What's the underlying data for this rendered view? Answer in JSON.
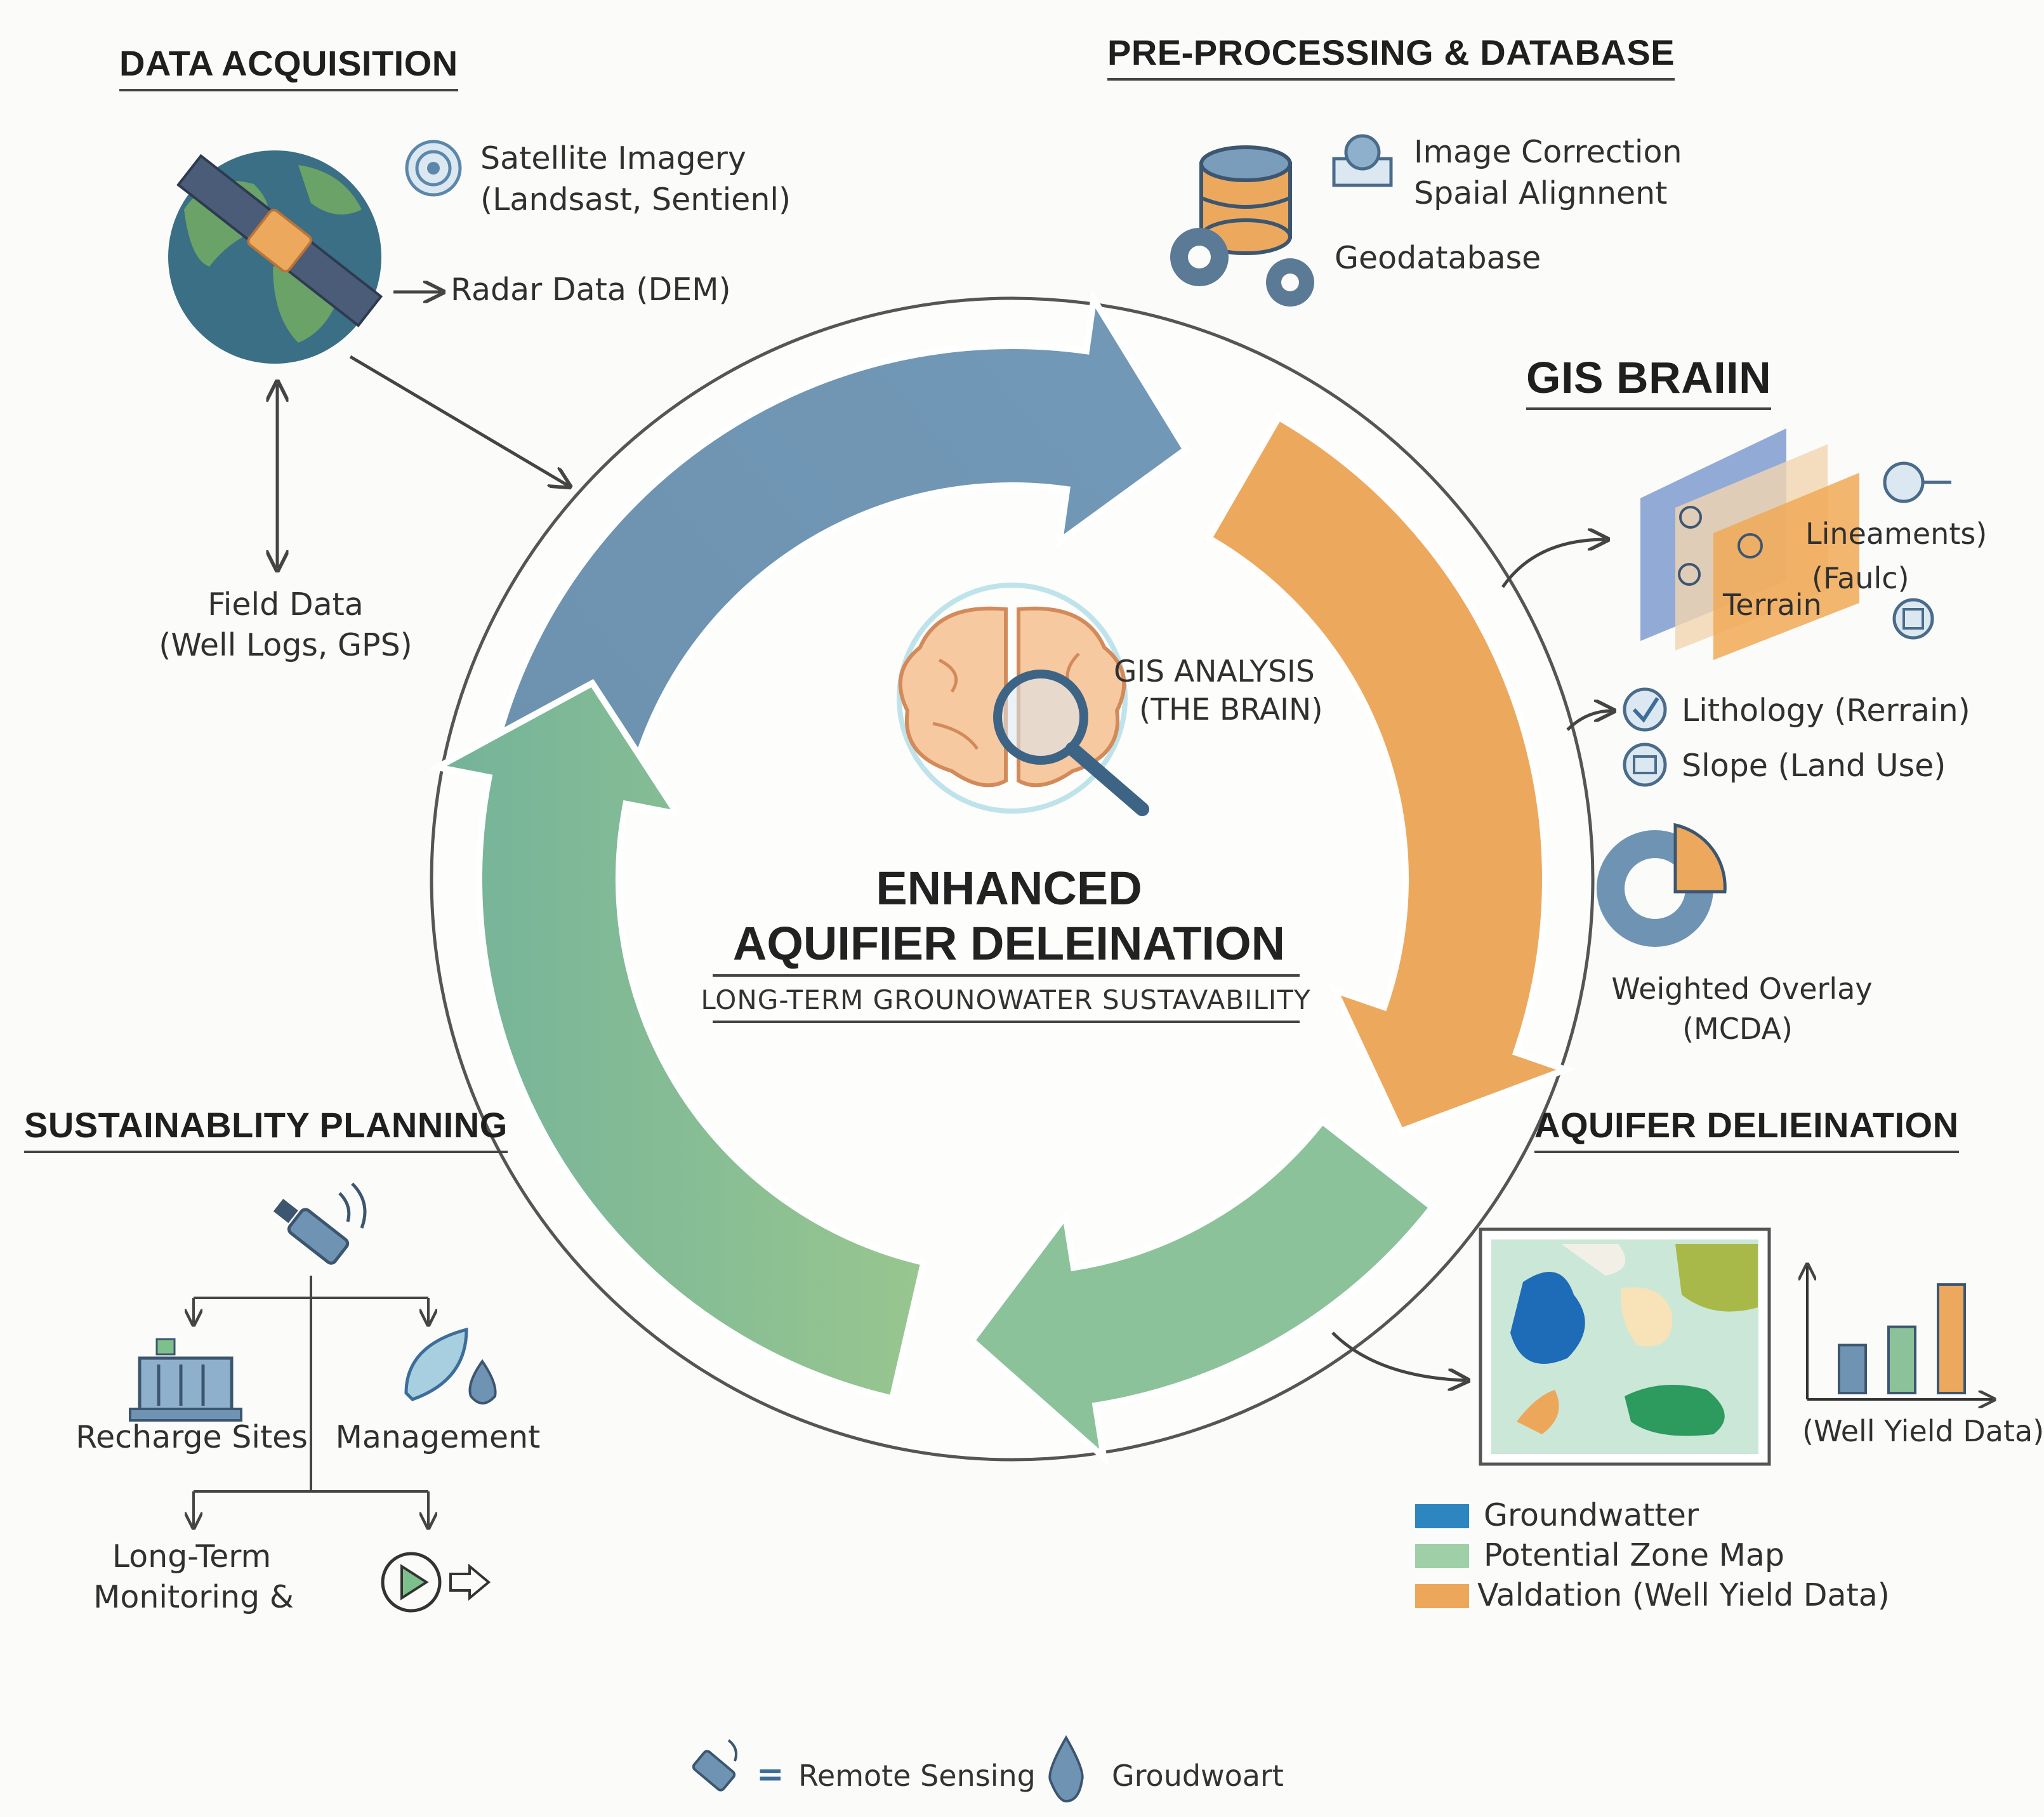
{
  "sections": {
    "data_acquisition": "DATA ACQUISITION",
    "preprocessing": "PRE-PROCESSING & DATABASE",
    "gis_brain": "GIS BRAIIN",
    "aquifer": "AQUIFER DELIEINATION",
    "sustainability": "SUSTAINABLITY PLANNING"
  },
  "data_acquisition": {
    "satellite_line1": "Satellite Imagery",
    "satellite_line2": "(Landsast, Sentienl)",
    "radar": "Radar Data (DEM)",
    "field_line1": "Field Data",
    "field_line2": "(Well Logs, GPS)"
  },
  "preprocessing": {
    "correction_line1": "Image Correction",
    "correction_line2": "Spaial Alignnent",
    "geodatabase": "Geodatabase"
  },
  "gis_brain": {
    "lineaments": "Lineaments)",
    "fault": "(Faulc)",
    "terrain": "Terrain",
    "lithology": "Lithology (Rerrain)",
    "slope": "Slope (Land Use)",
    "overlay_line1": "Weighted Overlay",
    "overlay_line2": "(MCDA)"
  },
  "center": {
    "analysis_line1": "GIS ANALYSIS",
    "analysis_line2": "(THE BRAIN)",
    "title_line1": "ENHANCED",
    "title_line2": "AQUIFIER DELEINATION",
    "subtitle": "LONG-TERM GROUNOWATER SUSTAVABILITY"
  },
  "aquifer": {
    "well_yield": "(Well Yield Data)",
    "legend": [
      {
        "label": "Groundwatter",
        "color": "#2e86c1"
      },
      {
        "label": "Potential Zone Map",
        "color": "#9fcfa6"
      },
      {
        "label": "Valdation (Well Yield Data)",
        "color": "#eda75a"
      }
    ],
    "mini_chart": {
      "values": [
        0.42,
        0.58,
        0.95
      ]
    }
  },
  "sustainability": {
    "recharge": "Recharge Sites",
    "management": "Management",
    "monitoring_line1": "Long-Term",
    "monitoring_line2": "Monitoring &"
  },
  "footer": {
    "equals": "=",
    "remote_sensing": "Remote Sensing",
    "groundwater": "Groudwoart"
  },
  "colors": {
    "blue": "#6f94b3",
    "orange": "#eca95e",
    "green": "#8cc29a",
    "teal_green": "#79b59a"
  }
}
